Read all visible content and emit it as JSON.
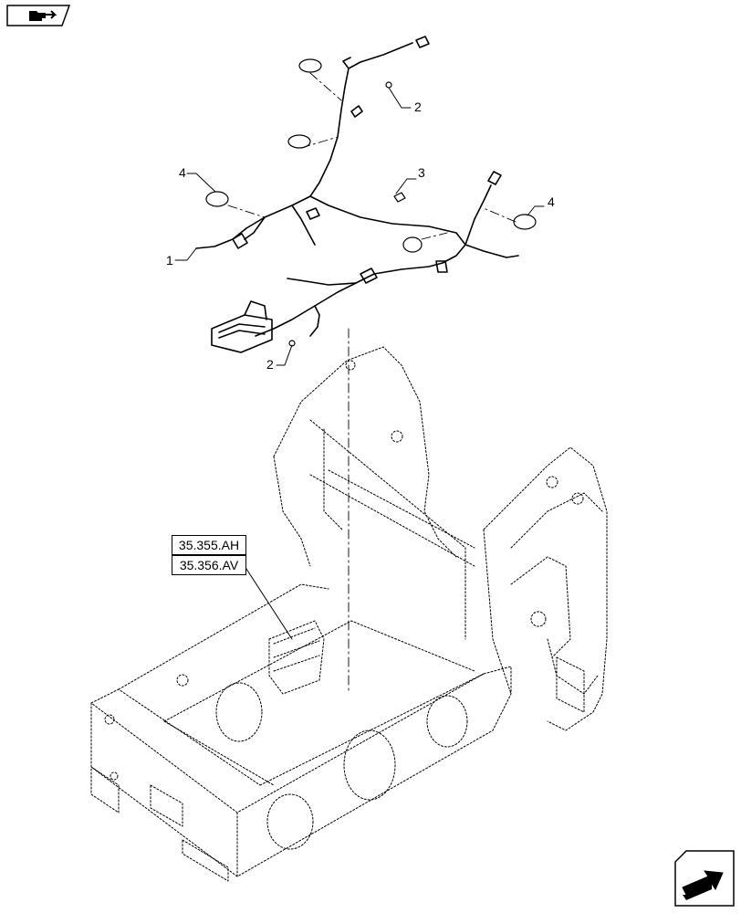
{
  "callouts": {
    "c1": "1",
    "c2a": "2",
    "c2b": "2",
    "c3": "3",
    "c4a": "4",
    "c4b": "4"
  },
  "references": {
    "ref1": "35.355.AH",
    "ref2": "35.356.AV"
  },
  "icons": {
    "top_left": "page-back-icon",
    "bottom_right": "next-page-arrow-icon"
  },
  "colors": {
    "line": "#000000",
    "background": "#ffffff"
  }
}
